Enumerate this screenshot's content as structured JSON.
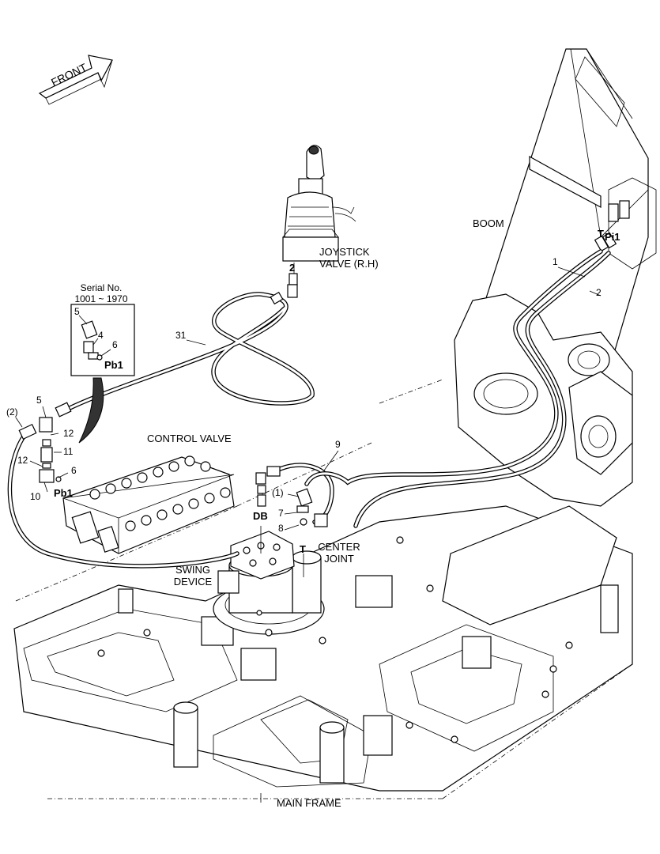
{
  "labels": {
    "front": "FRONT",
    "boom": "BOOM",
    "joystick_line1": "JOYSTICK",
    "joystick_line2": "VALVE (R.H)",
    "serial_title": "Serial No.",
    "serial_range": "1001 ~ 1970",
    "control_valve": "CONTROL VALVE",
    "center_joint_line1": "CENTER",
    "center_joint_line2": "JOINT",
    "swing_device_line1": "SWING",
    "swing_device_line2": "DEVICE",
    "main_frame": "MAIN FRAME"
  },
  "ports": {
    "t_boom": "T",
    "pi1": "Pi1",
    "pb1_inset": "Pb1",
    "pb1": "Pb1",
    "db": "DB",
    "t_center": "T",
    "joystick_port": "2"
  },
  "callouts": {
    "c1": "1",
    "c2": "2",
    "c31": "31",
    "c9": "9",
    "c5": "5",
    "c12a": "12",
    "c11": "11",
    "c12b": "12",
    "c6": "6",
    "c10": "10",
    "c2p": "(2)",
    "c1p": "(1)",
    "c7": "7",
    "c8": "8",
    "inset_c5": "5",
    "inset_c4": "4",
    "inset_c6": "6"
  }
}
